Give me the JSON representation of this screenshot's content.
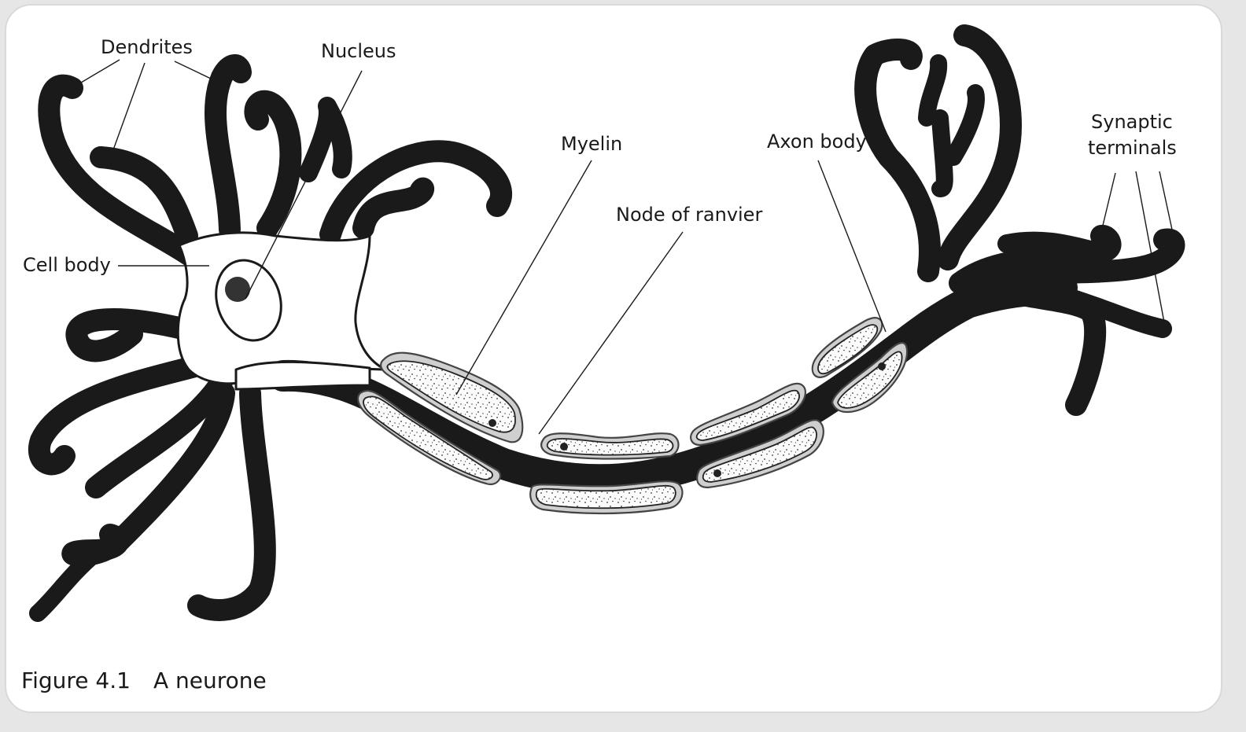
{
  "labels": {
    "dendrites": "Dendrites",
    "nucleus": "Nucleus",
    "cell_body": "Cell body",
    "myelin": "Myelin",
    "node_of_ranvier": "Node of ranvier",
    "axon_body": "Axon body",
    "synaptic_line1": "Synaptic",
    "synaptic_line2": "terminals"
  },
  "caption": {
    "number": "Figure 4.1",
    "title": "A neurone"
  }
}
